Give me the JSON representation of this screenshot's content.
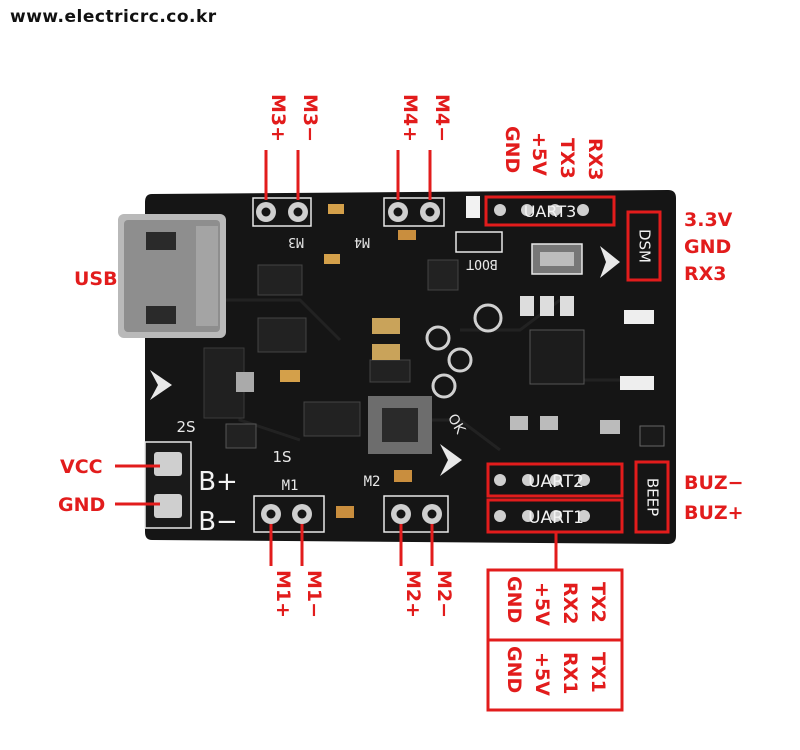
{
  "watermark": "www.electricrc.co.kr",
  "colors": {
    "callout": "#e21c1c",
    "board": "#141414",
    "silk": "#e8e8e8",
    "pad": "#cfcfcf"
  },
  "labels": {
    "usb": "USB",
    "vcc": "VCC",
    "gnd_left": "GND",
    "m3_plus": "M3+",
    "m3_minus": "M3−",
    "m4_plus": "M4+",
    "m4_minus": "M4−",
    "m1_plus": "M1+",
    "m1_minus": "M1−",
    "m2_plus": "M2+",
    "m2_minus": "M2−",
    "uart3_gnd": "GND",
    "uart3_5v": "+5V",
    "uart3_tx": "TX3",
    "uart3_rx": "RX3",
    "dsm_33v": "3.3V",
    "dsm_gnd": "GND",
    "dsm_rx": "RX3",
    "buz_minus": "BUZ−",
    "buz_plus": "BUZ+",
    "uart2_gnd": "GND",
    "uart2_5v": "+5V",
    "uart2_rx": "RX2",
    "uart2_tx": "TX2",
    "uart1_gnd": "GND",
    "uart1_5v": "+5V",
    "uart1_rx": "RX1",
    "uart1_tx": "TX1"
  },
  "silkscreen": {
    "uart3": "UART3",
    "uart2": "UART2",
    "uart1": "UART1",
    "dsm": "DSM",
    "beep": "BEEP",
    "m3": "M3",
    "m4": "M4",
    "m1": "M1",
    "m2": "M2",
    "bplus": "B+",
    "bminus": "B−",
    "s2": "2S",
    "s1": "1S",
    "boot": "BOOT",
    "ok": "OK"
  }
}
